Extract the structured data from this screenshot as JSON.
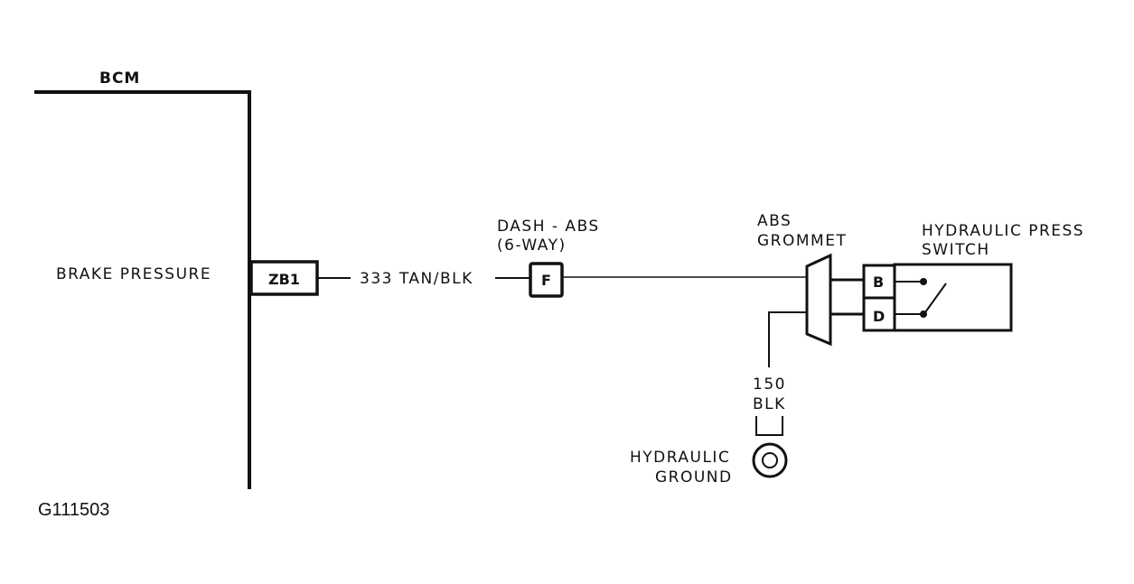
{
  "bcm": {
    "title": "BCM",
    "circuit_label": "BRAKE PRESSURE",
    "terminal": "ZB1"
  },
  "wire_main": {
    "label": "333 TAN/BLK"
  },
  "connector": {
    "line1": "DASH - ABS",
    "line2": "(6-WAY)",
    "terminal": "F"
  },
  "grommet": {
    "line1": "ABS",
    "line2": "GROMMET"
  },
  "switch": {
    "line1": "HYDRAULIC PRESS",
    "line2": "SWITCH",
    "terminal_top": "B",
    "terminal_bottom": "D"
  },
  "ground_wire": {
    "line1": "150",
    "line2": "BLK"
  },
  "ground": {
    "line1": "HYDRAULIC",
    "line2": "GROUND"
  },
  "figure_id": "G111503"
}
